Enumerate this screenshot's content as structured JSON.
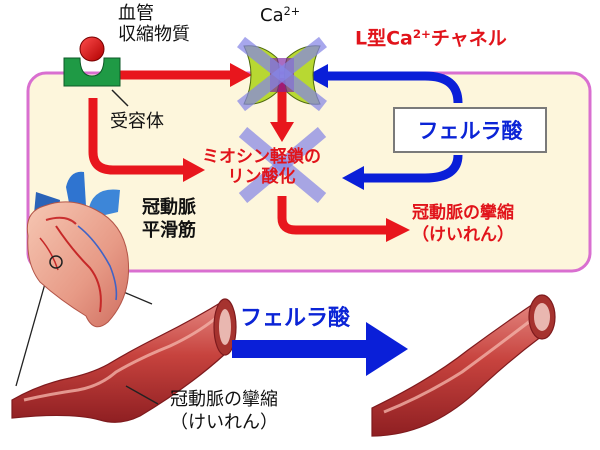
{
  "vasoconstrictor": {
    "line1": "血管",
    "line2": "収縮物質"
  },
  "receptor_label": "受容体",
  "calcium": {
    "base": "Ca",
    "sup": "2+"
  },
  "channel": {
    "prefix": "L型Ca",
    "sup": "2+",
    "suffix": "チャネル"
  },
  "drug_box_label": "フェルラ酸",
  "mlc": {
    "line1": "ミオシン軽鎖の",
    "line2": "リン酸化"
  },
  "cell": {
    "line1": "冠動脈",
    "line2": "平滑筋"
  },
  "spasm_top": {
    "line1": "冠動脈の攣縮",
    "line2": "（けいれん）"
  },
  "arrow_drug_label": "フェルラ酸",
  "spasm_bottom": {
    "line1": "冠動脈の攣縮",
    "line2": "（けいれん）"
  },
  "colors": {
    "signal_red": "#e8161d",
    "inhibit_blue": "#0a1fd8",
    "cell_fill": "#fdf6dc",
    "cell_border": "#d96fd0",
    "receptor_green": "#1f9a45",
    "channel_green": "#b8d832",
    "block_x": "#8585e6",
    "vessel_red": "#c8423d"
  },
  "icons": [
    "vasoconstrictor-ball-icon",
    "receptor-icon",
    "ca-channel-icon",
    "block-x-icon",
    "heart-icon",
    "artery-icon"
  ]
}
